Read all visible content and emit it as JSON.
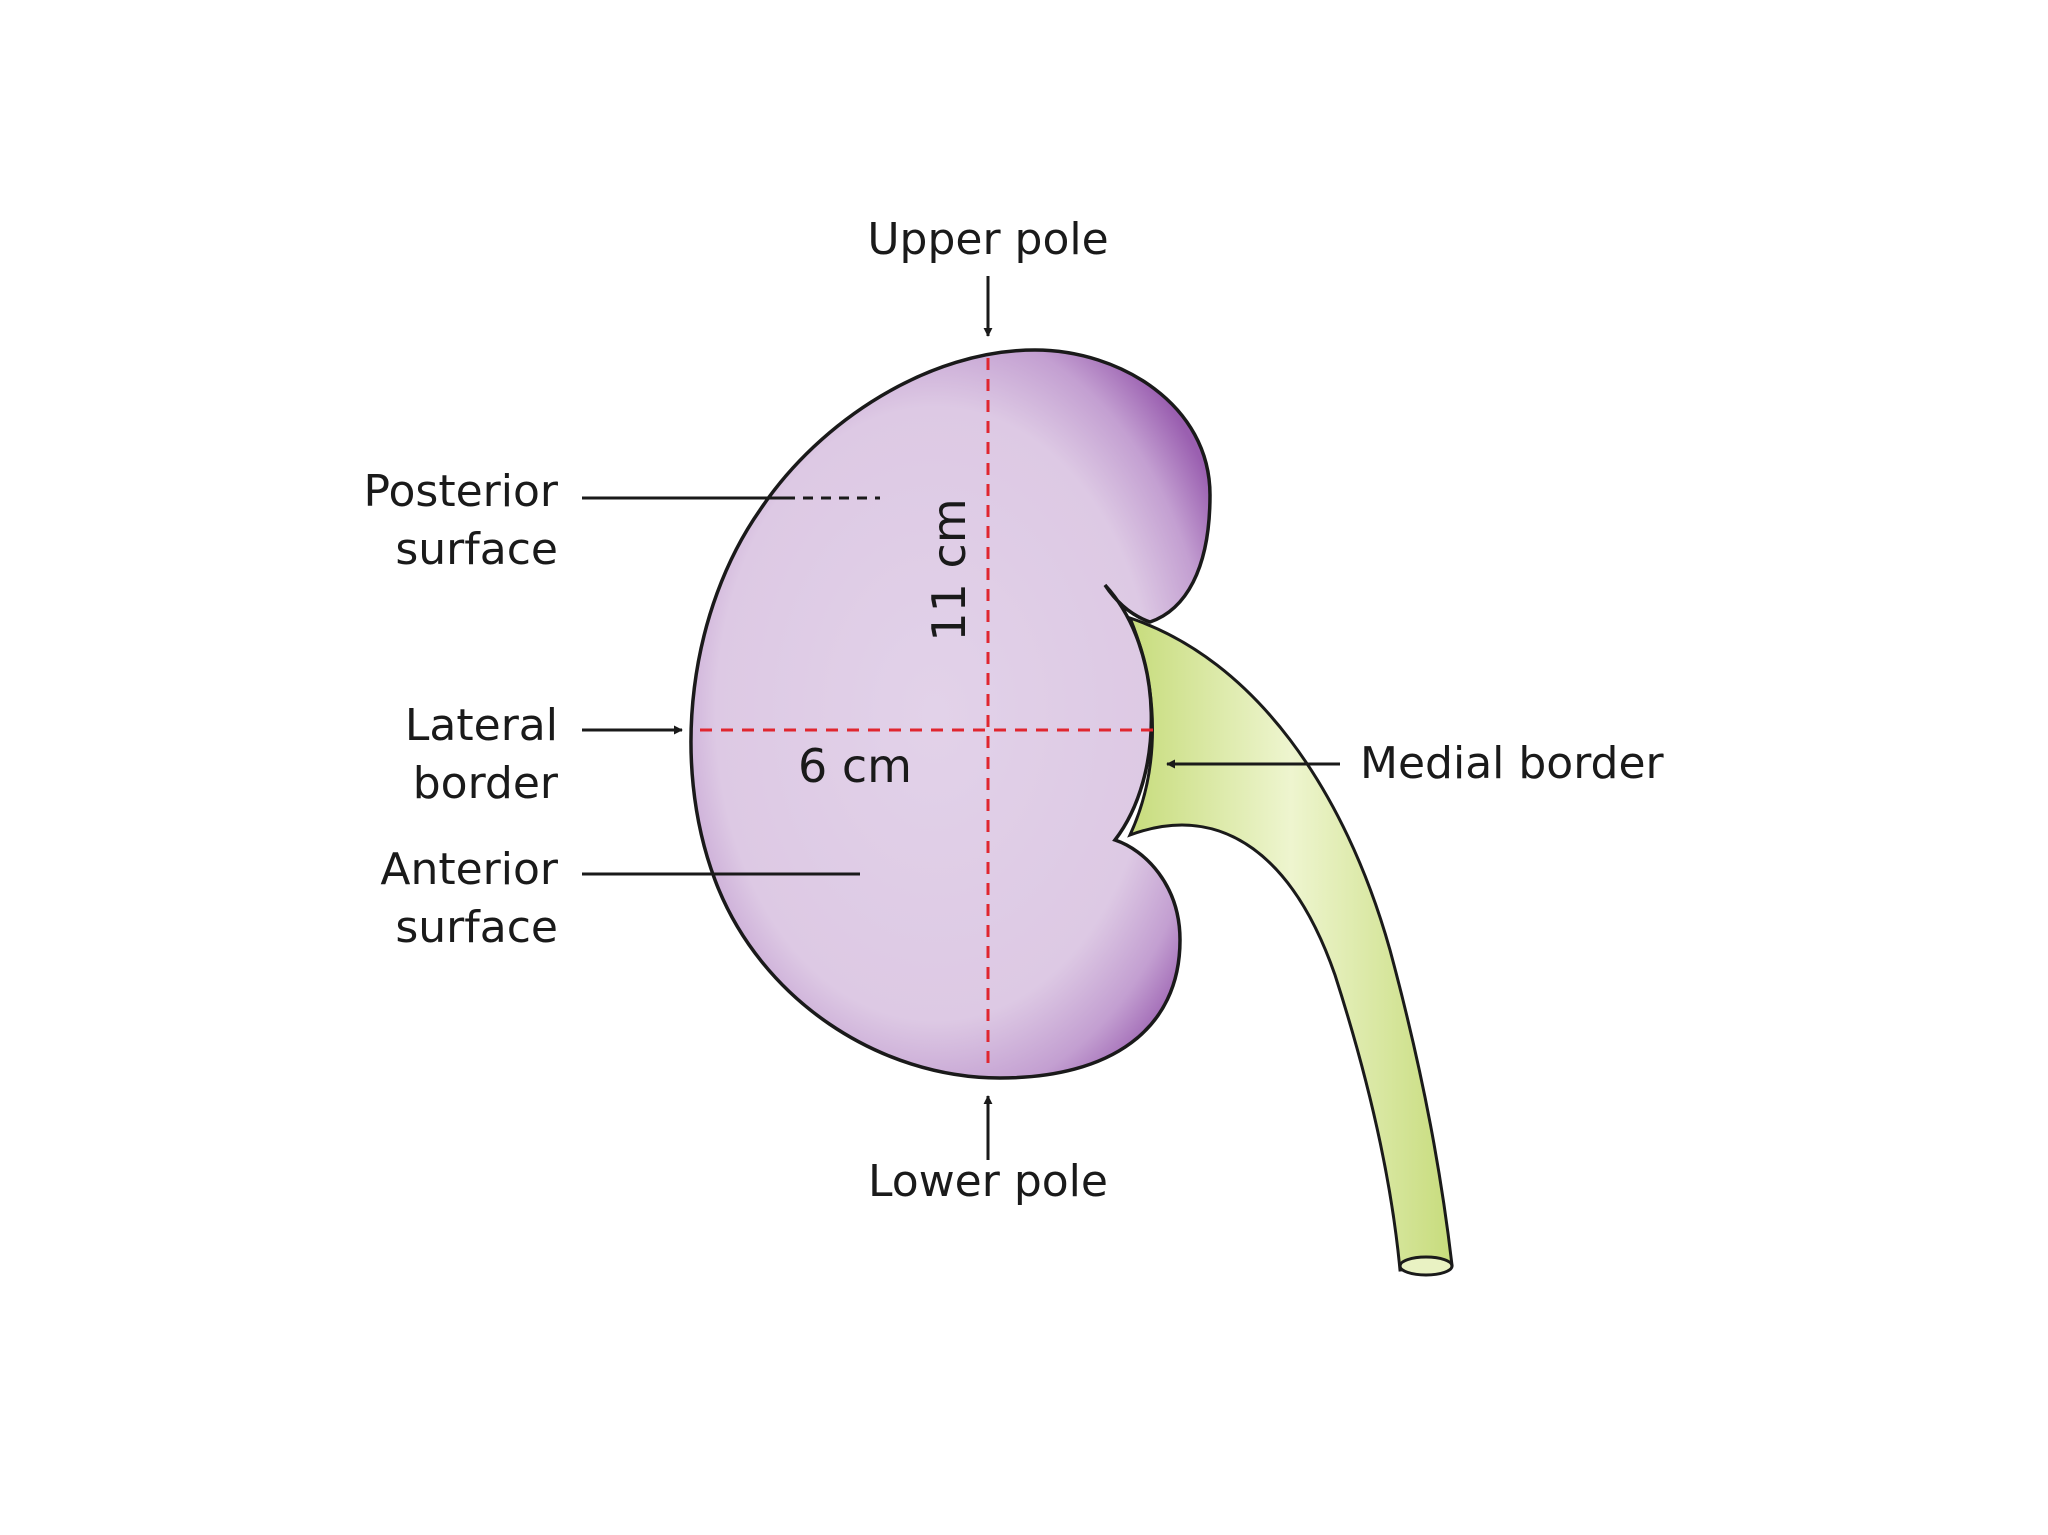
{
  "labels": {
    "upper_pole": "Upper pole",
    "lower_pole": "Lower pole",
    "posterior_line1": "Posterior",
    "posterior_line2": "surface",
    "lateral_line1": "Lateral",
    "lateral_line2": "border",
    "anterior_line1": "Anterior",
    "anterior_line2": "surface",
    "medial_border": "Medial border"
  },
  "measurements": {
    "length": "11 cm",
    "width": "6 cm"
  },
  "colors": {
    "kidney_fill": "#e0cfe6",
    "kidney_edge": "#9a5fb0",
    "ureter_fill": "#d6e79a",
    "ureter_highlight": "#f3f8dc",
    "dimension_lines": "#e0262f",
    "outline": "#1a1a1a"
  }
}
